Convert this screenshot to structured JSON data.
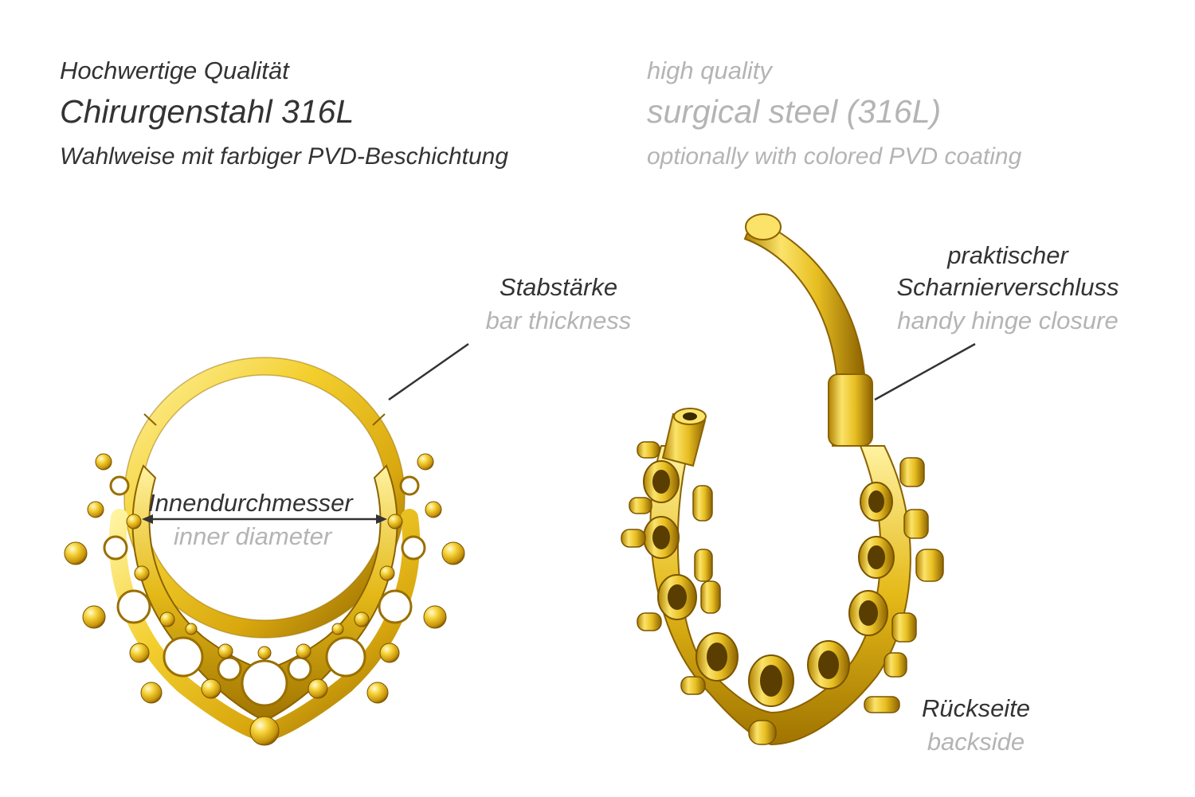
{
  "header": {
    "de": {
      "line1": "Hochwertige Qualität",
      "line2": "Chirurgenstahl 316L",
      "line3": "Wahlweise mit farbiger PVD-Beschichtung"
    },
    "en": {
      "line1": "high quality",
      "line2": "surgical steel (316L)",
      "line3": "optionally with colored PVD coating"
    }
  },
  "labels": {
    "bar_thickness": {
      "de": "Stabstärke",
      "en": "bar thickness"
    },
    "inner_diameter": {
      "de": "Innendurchmesser",
      "en": "inner diameter"
    },
    "hinge": {
      "de_1": "praktischer",
      "de_2": "Scharnierverschluss",
      "en": "handy hinge closure"
    },
    "backside": {
      "de": "Rückseite",
      "en": "backside"
    }
  },
  "colors": {
    "text_dark": "#333333",
    "text_grey": "#b4b4b4",
    "gold_light": "#fbe36a",
    "gold_mid": "#e2b91a",
    "gold_dark": "#9a6f00"
  }
}
